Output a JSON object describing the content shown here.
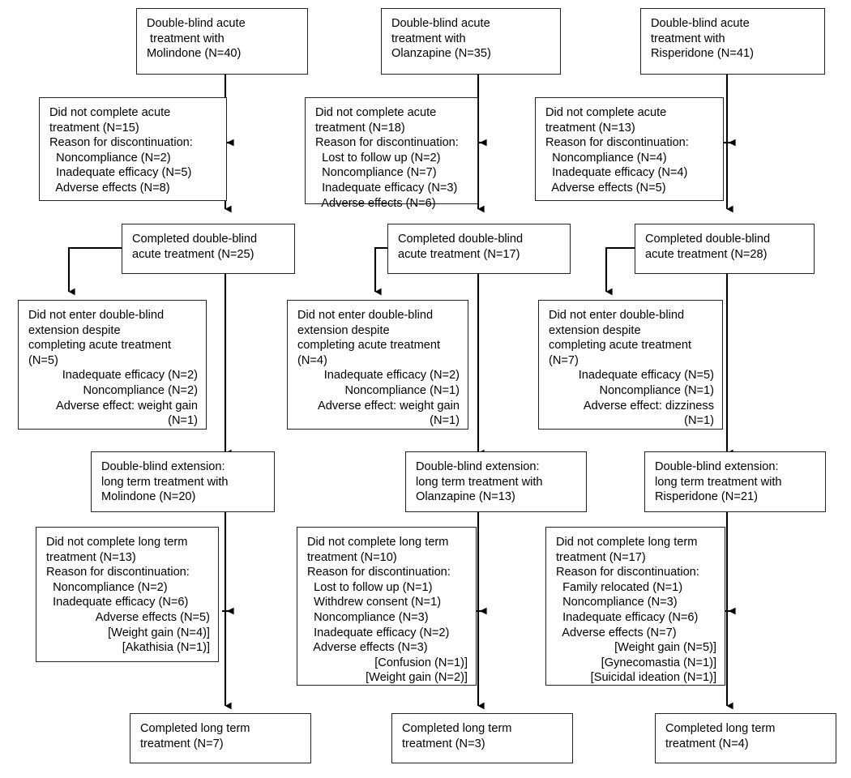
{
  "diagram": {
    "title": "CONSORT participant flow: double-blind acute treatment and long term extension",
    "type": "flowchart",
    "background": "#ffffff",
    "box_border_color": "#222222",
    "connector_color": "#000000",
    "text_color": "#000000"
  },
  "nodes": {
    "acute_molindone": {
      "name": "acute-treatment-molindone",
      "lines": [
        {
          "text": "Double-blind acute",
          "align": "left"
        },
        {
          "text": " treatment with",
          "align": "left"
        },
        {
          "text": "Molindone (N=40)",
          "align": "left"
        }
      ]
    },
    "acute_olanzapine": {
      "name": "acute-treatment-olanzapine",
      "lines": [
        {
          "text": "Double-blind acute",
          "align": "left"
        },
        {
          "text": "treatment with",
          "align": "left"
        },
        {
          "text": "Olanzapine (N=35)",
          "align": "left"
        }
      ]
    },
    "acute_risperidone": {
      "name": "acute-treatment-risperidone",
      "lines": [
        {
          "text": "Double-blind acute",
          "align": "left"
        },
        {
          "text": "treatment with",
          "align": "left"
        },
        {
          "text": "Risperidone (N=41)",
          "align": "left"
        }
      ]
    },
    "dnc_acute_molindone": {
      "name": "did-not-complete-acute-molindone",
      "lines": [
        {
          "text": "Did not complete acute",
          "align": "left"
        },
        {
          "text": "treatment (N=15)",
          "align": "left"
        },
        {
          "text": "Reason for discontinuation:",
          "align": "left"
        },
        {
          "text": "  Noncompliance (N=2)",
          "align": "left"
        },
        {
          "text": "  Inadequate efficacy (N=5)",
          "align": "left"
        },
        {
          "text": "  Adverse effects (N=8)",
          "align": "left"
        }
      ]
    },
    "dnc_acute_olanzapine": {
      "name": "did-not-complete-acute-olanzapine",
      "lines": [
        {
          "text": "Did not complete acute",
          "align": "left"
        },
        {
          "text": "treatment (N=18)",
          "align": "left"
        },
        {
          "text": "Reason for discontinuation:",
          "align": "left"
        },
        {
          "text": "  Lost to follow up (N=2)",
          "align": "left"
        },
        {
          "text": "  Noncompliance (N=7)",
          "align": "left"
        },
        {
          "text": "  Inadequate efficacy (N=3)",
          "align": "left"
        },
        {
          "text": "  Adverse effects (N=6)",
          "align": "left"
        }
      ]
    },
    "dnc_acute_risperidone": {
      "name": "did-not-complete-acute-risperidone",
      "lines": [
        {
          "text": "Did not complete acute",
          "align": "left"
        },
        {
          "text": "treatment (N=13)",
          "align": "left"
        },
        {
          "text": "Reason for discontinuation:",
          "align": "left"
        },
        {
          "text": "  Noncompliance (N=4)",
          "align": "left"
        },
        {
          "text": "  Inadequate efficacy (N=4)",
          "align": "left"
        },
        {
          "text": "  Adverse effects (N=5)",
          "align": "left"
        }
      ]
    },
    "completed_acute_molindone": {
      "name": "completed-acute-molindone",
      "lines": [
        {
          "text": "Completed double-blind",
          "align": "left"
        },
        {
          "text": "acute treatment (N=25)",
          "align": "left"
        }
      ]
    },
    "completed_acute_olanzapine": {
      "name": "completed-acute-olanzapine",
      "lines": [
        {
          "text": "Completed double-blind",
          "align": "left"
        },
        {
          "text": "acute treatment (N=17)",
          "align": "left"
        }
      ]
    },
    "completed_acute_risperidone": {
      "name": "completed-acute-risperidone",
      "lines": [
        {
          "text": "Completed double-blind",
          "align": "left"
        },
        {
          "text": "acute treatment (N=28)",
          "align": "left"
        }
      ]
    },
    "dne_ext_molindone": {
      "name": "did-not-enter-extension-molindone",
      "lines": [
        {
          "text": "Did not enter double-blind",
          "align": "left"
        },
        {
          "text": "extension despite",
          "align": "left"
        },
        {
          "text": "completing acute treatment",
          "align": "left"
        },
        {
          "text": "(N=5)",
          "align": "left"
        },
        {
          "text": "Inadequate efficacy (N=2)",
          "align": "right"
        },
        {
          "text": "Noncompliance (N=2)",
          "align": "right"
        },
        {
          "text": "Adverse effect: weight gain",
          "align": "right"
        },
        {
          "text": "(N=1)",
          "align": "right"
        }
      ]
    },
    "dne_ext_olanzapine": {
      "name": "did-not-enter-extension-olanzapine",
      "lines": [
        {
          "text": "Did not enter double-blind",
          "align": "left"
        },
        {
          "text": "extension despite",
          "align": "left"
        },
        {
          "text": "completing acute treatment",
          "align": "left"
        },
        {
          "text": "(N=4)",
          "align": "left"
        },
        {
          "text": "Inadequate efficacy (N=2)",
          "align": "right"
        },
        {
          "text": "Noncompliance (N=1)",
          "align": "right"
        },
        {
          "text": "Adverse effect: weight gain",
          "align": "right"
        },
        {
          "text": "(N=1)",
          "align": "right"
        }
      ]
    },
    "dne_ext_risperidone": {
      "name": "did-not-enter-extension-risperidone",
      "lines": [
        {
          "text": "Did not enter double-blind",
          "align": "left"
        },
        {
          "text": "extension despite",
          "align": "left"
        },
        {
          "text": "completing acute treatment",
          "align": "left"
        },
        {
          "text": "(N=7)",
          "align": "left"
        },
        {
          "text": "Inadequate efficacy (N=5)",
          "align": "right"
        },
        {
          "text": "Noncompliance (N=1)",
          "align": "right"
        },
        {
          "text": "Adverse effect: dizziness",
          "align": "right"
        },
        {
          "text": "(N=1)",
          "align": "right"
        }
      ]
    },
    "extension_molindone": {
      "name": "extension-molindone",
      "lines": [
        {
          "text": "Double-blind extension:",
          "align": "left"
        },
        {
          "text": "long term treatment with",
          "align": "left"
        },
        {
          "text": "Molindone (N=20)",
          "align": "left"
        }
      ]
    },
    "extension_olanzapine": {
      "name": "extension-olanzapine",
      "lines": [
        {
          "text": "Double-blind extension:",
          "align": "left"
        },
        {
          "text": "long term treatment with",
          "align": "left"
        },
        {
          "text": "Olanzapine (N=13)",
          "align": "left"
        }
      ]
    },
    "extension_risperidone": {
      "name": "extension-risperidone",
      "lines": [
        {
          "text": "Double-blind extension:",
          "align": "left"
        },
        {
          "text": "long term treatment with",
          "align": "left"
        },
        {
          "text": "Risperidone (N=21)",
          "align": "left"
        }
      ]
    },
    "dnc_long_molindone": {
      "name": "did-not-complete-long-term-molindone",
      "lines": [
        {
          "text": "Did not complete long term",
          "align": "left"
        },
        {
          "text": "treatment (N=13)",
          "align": "left"
        },
        {
          "text": "Reason for discontinuation:",
          "align": "left"
        },
        {
          "text": "  Noncompliance (N=2)",
          "align": "left"
        },
        {
          "text": "  Inadequate efficacy (N=6)",
          "align": "left"
        },
        {
          "text": "Adverse effects (N=5)",
          "align": "right"
        },
        {
          "text": "[Weight gain (N=4)]",
          "align": "right"
        },
        {
          "text": "[Akathisia (N=1)]",
          "align": "right"
        }
      ]
    },
    "dnc_long_olanzapine": {
      "name": "did-not-complete-long-term-olanzapine",
      "lines": [
        {
          "text": "Did not complete long term",
          "align": "left"
        },
        {
          "text": "treatment (N=10)",
          "align": "left"
        },
        {
          "text": "Reason for discontinuation:",
          "align": "left"
        },
        {
          "text": "  Lost to follow up (N=1)",
          "align": "left"
        },
        {
          "text": "  Withdrew consent (N=1)",
          "align": "left"
        },
        {
          "text": "  Noncompliance (N=3)",
          "align": "left"
        },
        {
          "text": "  Inadequate efficacy (N=2)",
          "align": "left"
        },
        {
          "text": "  Adverse effects (N=3)",
          "align": "left"
        },
        {
          "text": "[Confusion (N=1)]",
          "align": "right"
        },
        {
          "text": "[Weight gain (N=2)]",
          "align": "right"
        }
      ]
    },
    "dnc_long_risperidone": {
      "name": "did-not-complete-long-term-risperidone",
      "lines": [
        {
          "text": "Did not complete long term",
          "align": "left"
        },
        {
          "text": "treatment (N=17)",
          "align": "left"
        },
        {
          "text": "Reason for discontinuation:",
          "align": "left"
        },
        {
          "text": "  Family relocated (N=1)",
          "align": "left"
        },
        {
          "text": "  Noncompliance (N=3)",
          "align": "left"
        },
        {
          "text": "  Inadequate efficacy (N=6)",
          "align": "left"
        },
        {
          "text": "  Adverse effects (N=7)",
          "align": "left"
        },
        {
          "text": "[Weight gain (N=5)]",
          "align": "right"
        },
        {
          "text": "[Gynecomastia (N=1)]",
          "align": "right"
        },
        {
          "text": "[Suicidal ideation (N=1)]",
          "align": "right"
        }
      ]
    },
    "completed_long_molindone": {
      "name": "completed-long-term-molindone",
      "lines": [
        {
          "text": "Completed long term",
          "align": "left"
        },
        {
          "text": "treatment (N=7)",
          "align": "left"
        }
      ]
    },
    "completed_long_olanzapine": {
      "name": "completed-long-term-olanzapine",
      "lines": [
        {
          "text": "Completed long term",
          "align": "left"
        },
        {
          "text": "treatment (N=3)",
          "align": "left"
        }
      ]
    },
    "completed_long_risperidone": {
      "name": "completed-long-term-risperidone",
      "lines": [
        {
          "text": "Completed long term",
          "align": "left"
        },
        {
          "text": "treatment (N=4)",
          "align": "left"
        }
      ]
    }
  },
  "arms": [
    {
      "drug": "Molindone",
      "acute_n": 40,
      "did_not_complete_acute_n": 15,
      "completed_acute_n": 25,
      "did_not_enter_extension_n": 5,
      "extension_n": 20,
      "did_not_complete_long_n": 13,
      "completed_long_n": 7
    },
    {
      "drug": "Olanzapine",
      "acute_n": 35,
      "did_not_complete_acute_n": 18,
      "completed_acute_n": 17,
      "did_not_enter_extension_n": 4,
      "extension_n": 13,
      "did_not_complete_long_n": 10,
      "completed_long_n": 3
    },
    {
      "drug": "Risperidone",
      "acute_n": 41,
      "did_not_complete_acute_n": 13,
      "completed_acute_n": 28,
      "did_not_enter_extension_n": 7,
      "extension_n": 21,
      "did_not_complete_long_n": 17,
      "completed_long_n": 4
    }
  ]
}
